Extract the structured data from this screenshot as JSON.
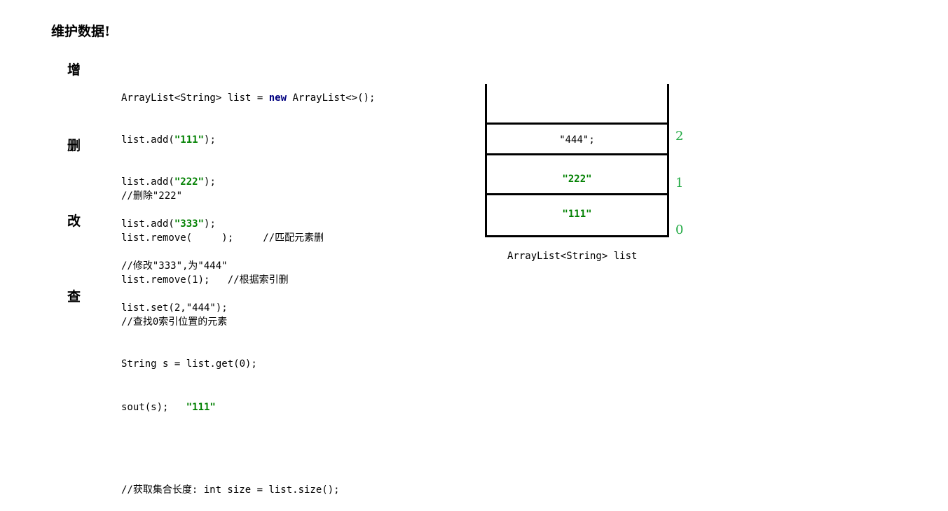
{
  "title": "维护数据!",
  "sections": {
    "add": {
      "label": "增",
      "lines": {
        "l1_pre": "ArrayList<String> list = ",
        "l1_kw": "new",
        "l1_post": " ArrayList<>();",
        "l2_pre": "list.add(",
        "l2_str": "\"111\"",
        "l2_post": ");",
        "l3_pre": "list.add(",
        "l3_str": "\"222\"",
        "l3_post": ");",
        "l4_pre": "list.add(",
        "l4_str": "\"333\"",
        "l4_post": ");"
      }
    },
    "delete": {
      "label": "删",
      "lines": [
        "//删除\"222\"",
        "list.remove(     );     //匹配元素删",
        "list.remove(1);   //根据索引删"
      ]
    },
    "update": {
      "label": "改",
      "lines": [
        "//修改\"333\",为\"444\"",
        "list.set(2,\"444\");"
      ]
    },
    "query": {
      "label": "查",
      "line1": "//查找0索引位置的元素",
      "line2": "String s = list.get(0);",
      "line3_pre": "sout(s);   ",
      "line3_str": "\"111\"",
      "line4": "//获取集合长度: int size = list.size();"
    }
  },
  "diagram": {
    "cells": [
      "\"444\";",
      "\"222\"",
      "\"111\""
    ],
    "indices": [
      "2",
      "1",
      "0"
    ],
    "caption": "ArrayList<String> list",
    "index_color": "#22aa44",
    "string_color": "#008000",
    "keyword_color": "#000080"
  }
}
